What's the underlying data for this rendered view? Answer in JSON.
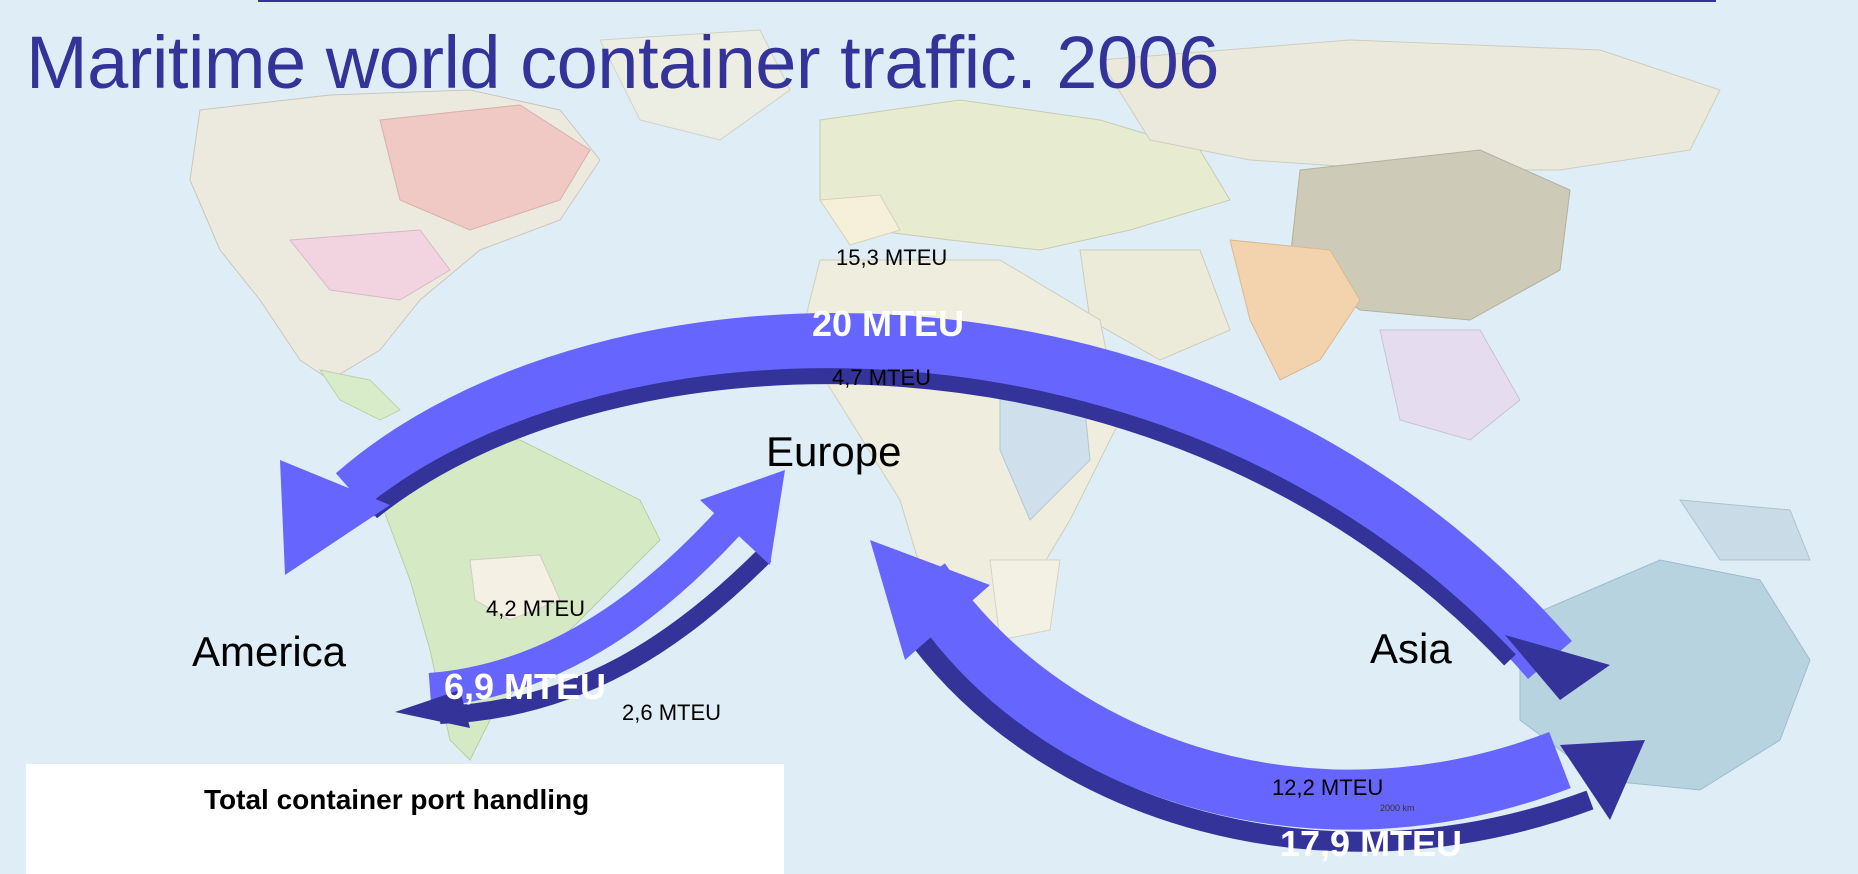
{
  "title": "Maritime world container traffic. 2006",
  "regions": {
    "america": "America",
    "europe": "Europe",
    "asia": "Asia"
  },
  "flows": {
    "asia_europe": {
      "total": "20 MTEU",
      "westbound": "15,3 MTEU",
      "eastbound": "4,7 MTEU"
    },
    "america_europe": {
      "total": "6,9 MTEU",
      "to_europe": "4,2 MTEU",
      "to_america": "2,6 MTEU"
    },
    "asia_america": {
      "total": "17,9 MTEU",
      "to_asia": "12,2 MTEU"
    }
  },
  "map_scale": "2000 km",
  "infobox": {
    "title": "Total container port handling"
  },
  "colors": {
    "title": "#333399",
    "arrow_light": "#6666ff",
    "arrow_dark": "#333399",
    "ocean": "#dfeef6"
  }
}
